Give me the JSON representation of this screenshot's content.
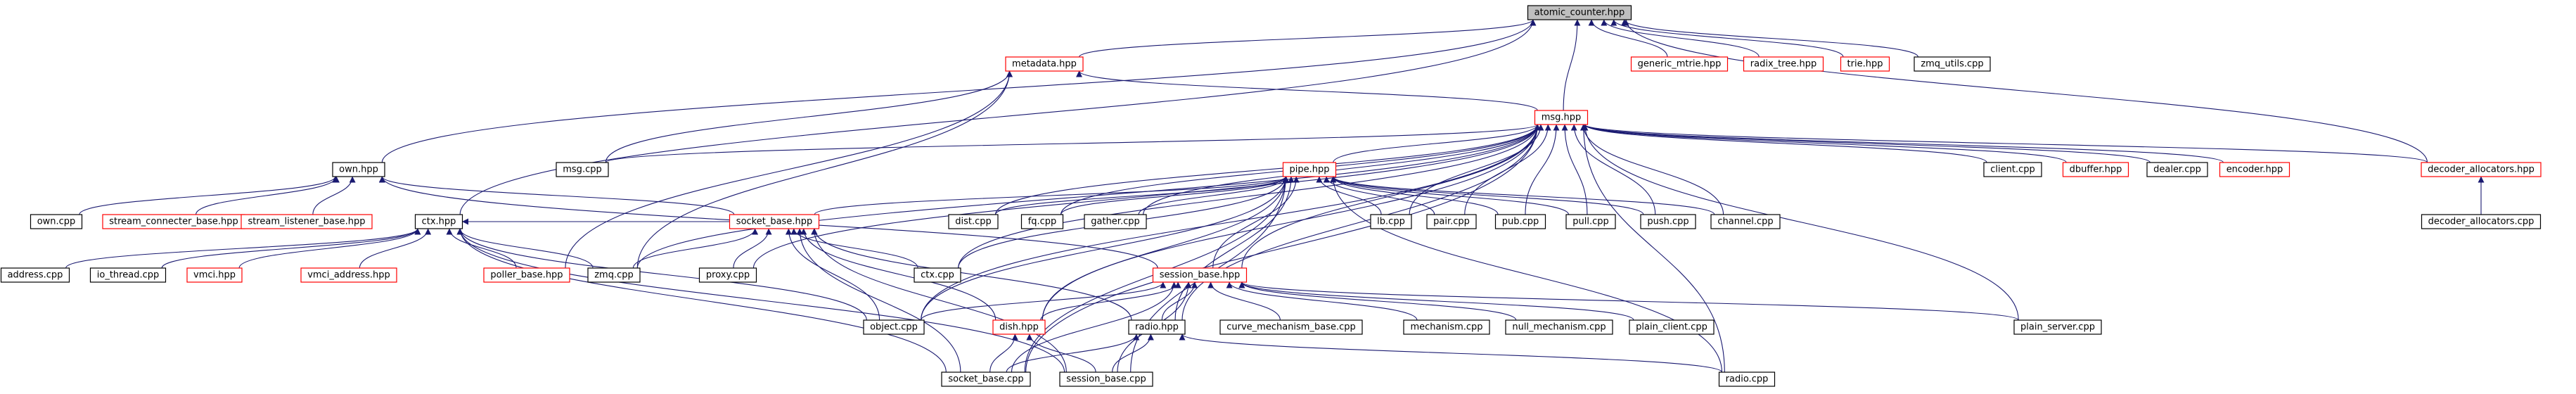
{
  "colors": {
    "edge": "#191970",
    "box_border_default": "#000000",
    "box_border_incomplete": "#ff0000",
    "root_fill": "#bfbfbf",
    "box_fill": "#ffffff"
  },
  "nodes": [
    {
      "id": "atomic_counter",
      "label": "atomic_counter.hpp",
      "root": true
    },
    {
      "id": "metadata",
      "label": "metadata.hpp",
      "red": true
    },
    {
      "id": "generic_mtrie",
      "label": "generic_mtrie.hpp",
      "red": true
    },
    {
      "id": "radix_tree",
      "label": "radix_tree.hpp",
      "red": true
    },
    {
      "id": "trie",
      "label": "trie.hpp",
      "red": true
    },
    {
      "id": "zmq_utils",
      "label": "zmq_utils.cpp"
    },
    {
      "id": "msg",
      "label": "msg.hpp",
      "red": true
    },
    {
      "id": "own",
      "label": "own.hpp"
    },
    {
      "id": "msg_cpp",
      "label": "msg.cpp"
    },
    {
      "id": "pipe",
      "label": "pipe.hpp",
      "red": true
    },
    {
      "id": "client",
      "label": "client.cpp"
    },
    {
      "id": "dbuffer",
      "label": "dbuffer.hpp",
      "red": true
    },
    {
      "id": "dealer",
      "label": "dealer.cpp"
    },
    {
      "id": "encoder",
      "label": "encoder.hpp",
      "red": true
    },
    {
      "id": "decoder_allocators_hpp",
      "label": "decoder_allocators.hpp",
      "red": true
    },
    {
      "id": "own_cpp",
      "label": "own.cpp"
    },
    {
      "id": "stream_connecter",
      "label": "stream_connecter_base.hpp",
      "red": true
    },
    {
      "id": "stream_listener",
      "label": "stream_listener_base.hpp",
      "red": true
    },
    {
      "id": "ctx",
      "label": "ctx.hpp"
    },
    {
      "id": "socket_base",
      "label": "socket_base.hpp",
      "red": true
    },
    {
      "id": "dist",
      "label": "dist.cpp"
    },
    {
      "id": "fq",
      "label": "fq.cpp"
    },
    {
      "id": "gather",
      "label": "gather.cpp"
    },
    {
      "id": "lb",
      "label": "lb.cpp"
    },
    {
      "id": "pair",
      "label": "pair.cpp"
    },
    {
      "id": "pub",
      "label": "pub.cpp"
    },
    {
      "id": "pull",
      "label": "pull.cpp"
    },
    {
      "id": "push",
      "label": "push.cpp"
    },
    {
      "id": "channel",
      "label": "channel.cpp"
    },
    {
      "id": "decoder_allocators_cpp",
      "label": "decoder_allocators.cpp"
    },
    {
      "id": "address",
      "label": "address.cpp"
    },
    {
      "id": "io_thread",
      "label": "io_thread.cpp"
    },
    {
      "id": "vmci",
      "label": "vmci.hpp",
      "red": true
    },
    {
      "id": "vmci_address",
      "label": "vmci_address.hpp",
      "red": true
    },
    {
      "id": "poller_base",
      "label": "poller_base.hpp",
      "red": true
    },
    {
      "id": "zmq",
      "label": "zmq.cpp"
    },
    {
      "id": "proxy",
      "label": "proxy.cpp"
    },
    {
      "id": "ctx_cpp",
      "label": "ctx.cpp"
    },
    {
      "id": "session_base",
      "label": "session_base.hpp",
      "red": true
    },
    {
      "id": "object",
      "label": "object.cpp"
    },
    {
      "id": "dish",
      "label": "dish.hpp",
      "red": true
    },
    {
      "id": "radio_hpp",
      "label": "radio.hpp"
    },
    {
      "id": "curve_mechanism",
      "label": "curve_mechanism_base.cpp"
    },
    {
      "id": "mechanism",
      "label": "mechanism.cpp"
    },
    {
      "id": "null_mechanism",
      "label": "null_mechanism.cpp"
    },
    {
      "id": "plain_client",
      "label": "plain_client.cpp"
    },
    {
      "id": "plain_server",
      "label": "plain_server.cpp"
    },
    {
      "id": "socket_base_cpp",
      "label": "socket_base.cpp"
    },
    {
      "id": "session_base_cpp",
      "label": "session_base.cpp"
    },
    {
      "id": "radio_cpp",
      "label": "radio.cpp"
    }
  ],
  "edges": [
    [
      "metadata",
      "atomic_counter"
    ],
    [
      "generic_mtrie",
      "atomic_counter"
    ],
    [
      "radix_tree",
      "atomic_counter"
    ],
    [
      "trie",
      "atomic_counter"
    ],
    [
      "zmq_utils",
      "atomic_counter"
    ],
    [
      "msg",
      "atomic_counter"
    ],
    [
      "own",
      "atomic_counter"
    ],
    [
      "ctx",
      "atomic_counter"
    ],
    [
      "decoder_allocators_hpp",
      "atomic_counter"
    ],
    [
      "msg",
      "metadata"
    ],
    [
      "msg_cpp",
      "metadata"
    ],
    [
      "zmq",
      "metadata"
    ],
    [
      "poller_base",
      "metadata"
    ],
    [
      "pipe",
      "msg"
    ],
    [
      "msg_cpp",
      "msg"
    ],
    [
      "client",
      "msg"
    ],
    [
      "dbuffer",
      "msg"
    ],
    [
      "dealer",
      "msg"
    ],
    [
      "encoder",
      "msg"
    ],
    [
      "decoder_allocators_hpp",
      "msg"
    ],
    [
      "dist",
      "msg"
    ],
    [
      "fq",
      "msg"
    ],
    [
      "gather",
      "msg"
    ],
    [
      "lb",
      "msg"
    ],
    [
      "pair",
      "msg"
    ],
    [
      "pub",
      "msg"
    ],
    [
      "pull",
      "msg"
    ],
    [
      "push",
      "msg"
    ],
    [
      "channel",
      "msg"
    ],
    [
      "zmq",
      "msg"
    ],
    [
      "proxy",
      "msg"
    ],
    [
      "ctx_cpp",
      "msg"
    ],
    [
      "session_base",
      "msg"
    ],
    [
      "dish",
      "msg"
    ],
    [
      "radio_hpp",
      "msg"
    ],
    [
      "plain_server",
      "msg"
    ],
    [
      "radio_cpp",
      "msg"
    ],
    [
      "socket_base_cpp",
      "msg"
    ],
    [
      "object",
      "msg"
    ],
    [
      "decoder_allocators_cpp",
      "decoder_allocators_hpp"
    ],
    [
      "own_cpp",
      "own"
    ],
    [
      "stream_connecter",
      "own"
    ],
    [
      "stream_listener",
      "own"
    ],
    [
      "socket_base",
      "own"
    ],
    [
      "session_base",
      "own"
    ],
    [
      "dist",
      "pipe"
    ],
    [
      "fq",
      "pipe"
    ],
    [
      "gather",
      "pipe"
    ],
    [
      "lb",
      "pipe"
    ],
    [
      "pair",
      "pipe"
    ],
    [
      "pub",
      "pipe"
    ],
    [
      "pull",
      "pipe"
    ],
    [
      "push",
      "pipe"
    ],
    [
      "channel",
      "pipe"
    ],
    [
      "socket_base",
      "pipe"
    ],
    [
      "ctx_cpp",
      "pipe"
    ],
    [
      "session_base",
      "pipe"
    ],
    [
      "object",
      "pipe"
    ],
    [
      "socket_base_cpp",
      "pipe"
    ],
    [
      "session_base_cpp",
      "pipe"
    ],
    [
      "radio_cpp",
      "pipe"
    ],
    [
      "dish",
      "pipe"
    ],
    [
      "radio_hpp",
      "pipe"
    ],
    [
      "socket_base",
      "ctx"
    ],
    [
      "address",
      "ctx"
    ],
    [
      "io_thread",
      "ctx"
    ],
    [
      "vmci",
      "ctx"
    ],
    [
      "vmci_address",
      "ctx"
    ],
    [
      "poller_base",
      "ctx"
    ],
    [
      "zmq",
      "ctx"
    ],
    [
      "object",
      "ctx"
    ],
    [
      "socket_base_cpp",
      "ctx"
    ],
    [
      "session_base_cpp",
      "ctx"
    ],
    [
      "zmq",
      "socket_base"
    ],
    [
      "proxy",
      "socket_base"
    ],
    [
      "ctx_cpp",
      "socket_base"
    ],
    [
      "object",
      "socket_base"
    ],
    [
      "dish",
      "socket_base"
    ],
    [
      "radio_hpp",
      "socket_base"
    ],
    [
      "socket_base_cpp",
      "socket_base"
    ],
    [
      "session_base_cpp",
      "socket_base"
    ],
    [
      "dish",
      "session_base"
    ],
    [
      "radio_hpp",
      "session_base"
    ],
    [
      "curve_mechanism",
      "session_base"
    ],
    [
      "mechanism",
      "session_base"
    ],
    [
      "null_mechanism",
      "session_base"
    ],
    [
      "plain_client",
      "session_base"
    ],
    [
      "plain_server",
      "session_base"
    ],
    [
      "object",
      "session_base"
    ],
    [
      "socket_base_cpp",
      "session_base"
    ],
    [
      "session_base_cpp",
      "session_base"
    ],
    [
      "socket_base_cpp",
      "dish"
    ],
    [
      "session_base_cpp",
      "dish"
    ],
    [
      "socket_base_cpp",
      "radio_hpp"
    ],
    [
      "session_base_cpp",
      "radio_hpp"
    ],
    [
      "radio_cpp",
      "radio_hpp"
    ]
  ]
}
